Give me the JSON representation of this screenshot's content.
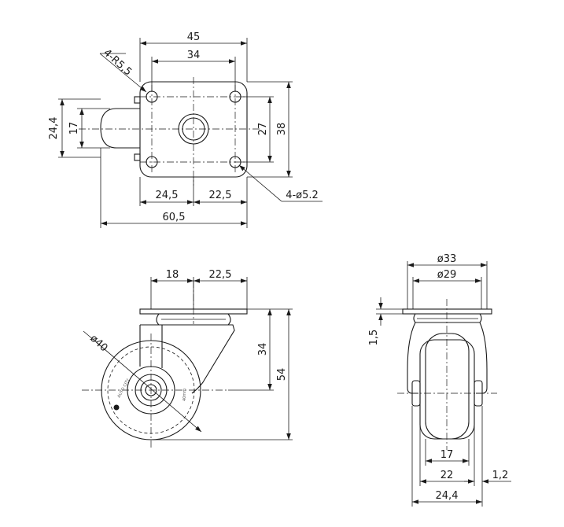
{
  "top_view": {
    "width_45": "45",
    "holes_34": "34",
    "corner_radius": "4-R5,5",
    "height_24_4": "24,4",
    "height_17": "17",
    "holes_27": "27",
    "height_38": "38",
    "offset_24_5": "24,5",
    "offset_22_5": "22,5",
    "hole_dia": "4-ø5.2",
    "overall_60_5": "60,5"
  },
  "side_view": {
    "offset_18": "18",
    "offset_22_5": "22,5",
    "wheel_dia": "ø40",
    "height_34": "34",
    "height_54": "54"
  },
  "front_view": {
    "dia_33": "ø33",
    "dia_29": "ø29",
    "plate_1_5": "1,5",
    "width_17": "17",
    "width_22": "22",
    "offset_1_2": "1,2",
    "width_24_4": "24,4"
  }
}
